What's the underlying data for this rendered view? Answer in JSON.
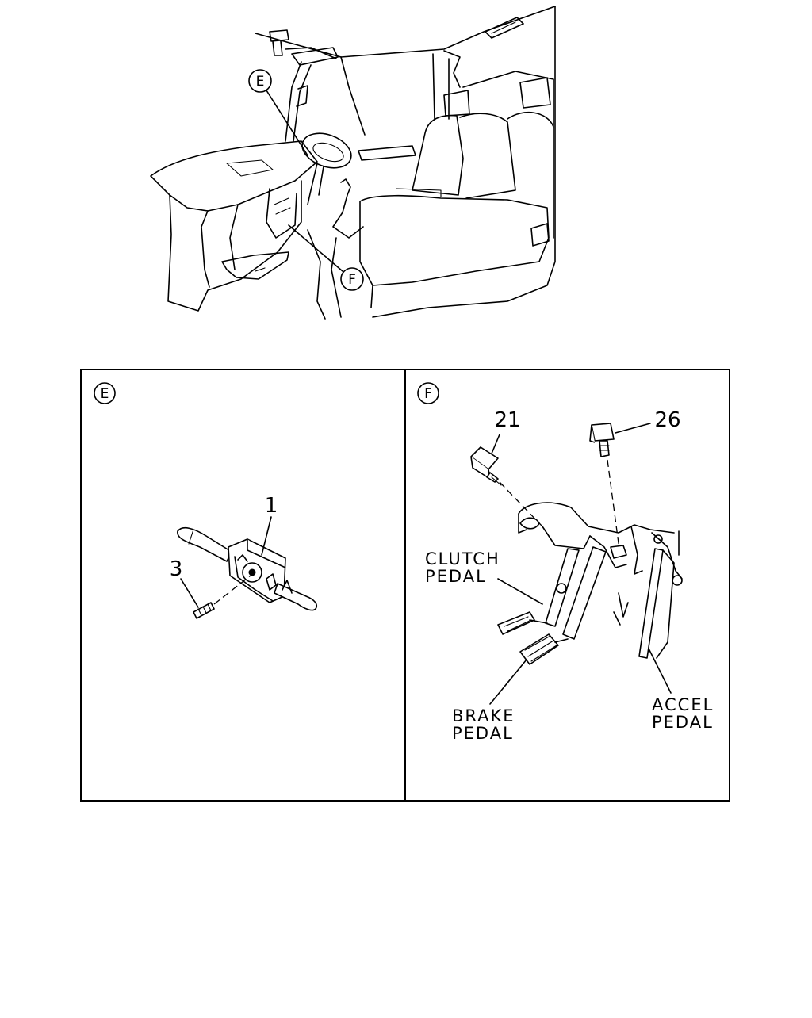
{
  "callouts": {
    "overview_e": "E",
    "overview_f": "F",
    "panel_e": "E",
    "panel_f": "F"
  },
  "panel_e": {
    "part_1": "1",
    "part_3": "3"
  },
  "panel_f": {
    "part_21": "21",
    "part_26": "26",
    "clutch_pedal": [
      "CLUTCH",
      "PEDAL"
    ],
    "brake_pedal": [
      "BRAKE",
      "PEDAL"
    ],
    "accel_pedal": [
      "ACCEL",
      "PEDAL"
    ]
  }
}
